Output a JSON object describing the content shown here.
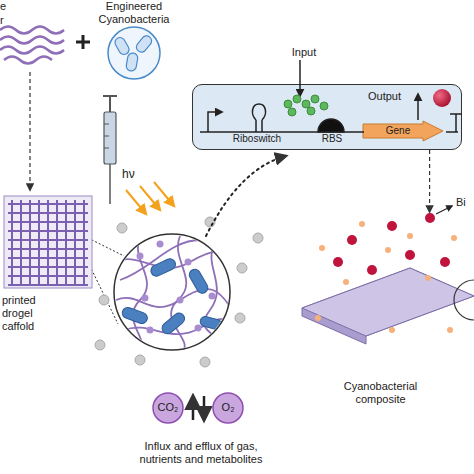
{
  "diagram": {
    "nodes": [
      {
        "text": [
          "Engineered Cyanobacteria"
        ]
      },
      {
        "text": [
          "Riboswitch",
          "RBS"
        ]
      },
      {
        "text": [
          "Gene"
        ],
        "in": 1
      },
      {
        "text": [
          "printed drogel caffold"
        ]
      },
      {
        "text": [
          "CO₂"
        ]
      },
      {
        "text": [
          "O₂"
        ]
      },
      {
        "text": [
          "Cyanobacterial composite"
        ]
      }
    ],
    "edges": [
      {
        "from": 1,
        "to": 6,
        "arrow": "to"
      }
    ],
    "labels": [
      "e",
      "r",
      "Input",
      "Output",
      "hν",
      "Influx and efflux of gas, nutrients and metabolites",
      "Bi"
    ]
  }
}
